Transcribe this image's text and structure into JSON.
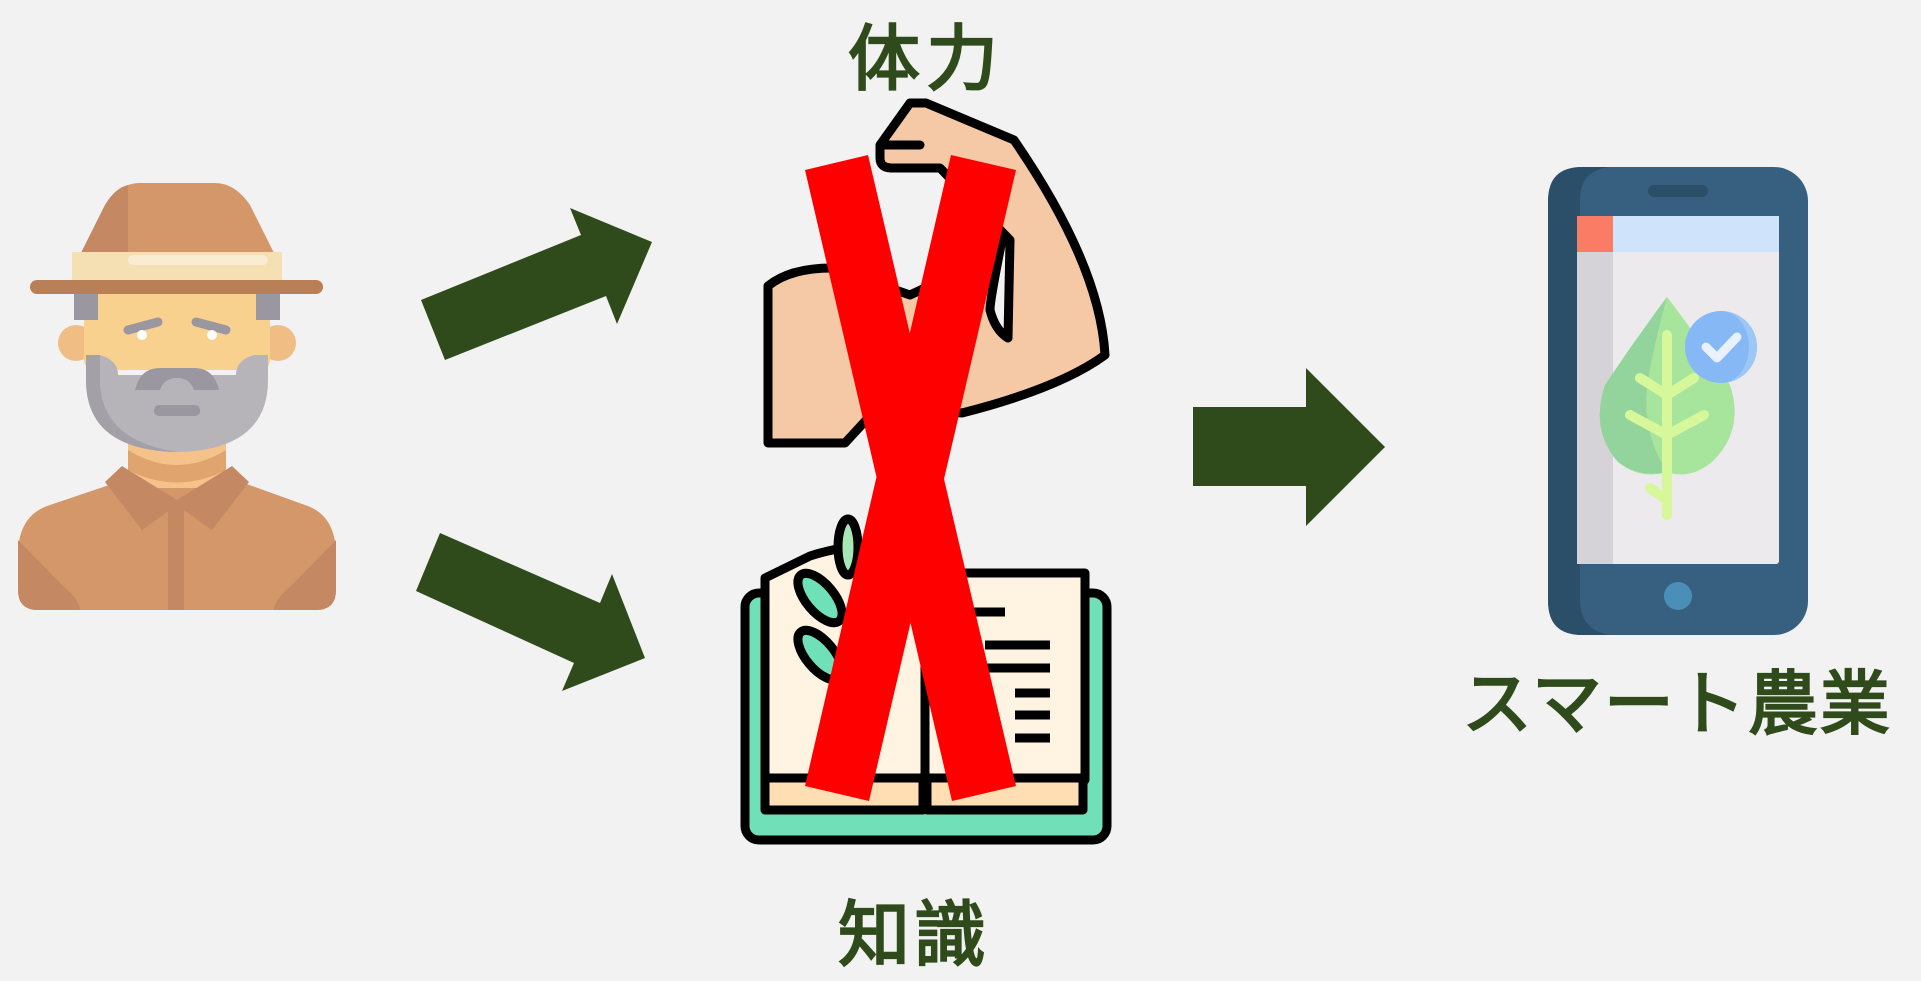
{
  "labels": {
    "strength": "体力",
    "knowledge": "知識",
    "smart_agriculture": "スマート農業"
  },
  "colors": {
    "background": "#f2f2f2",
    "arrow": "#2f4a1b",
    "label_text": "#2f4a1b",
    "cross": "#ff0000"
  },
  "icons": {
    "farmer": "elderly-farmer-icon",
    "muscle": "flexed-arm-icon",
    "book": "open-book-with-plant-icon",
    "phone": "smartphone-leaf-check-icon"
  }
}
